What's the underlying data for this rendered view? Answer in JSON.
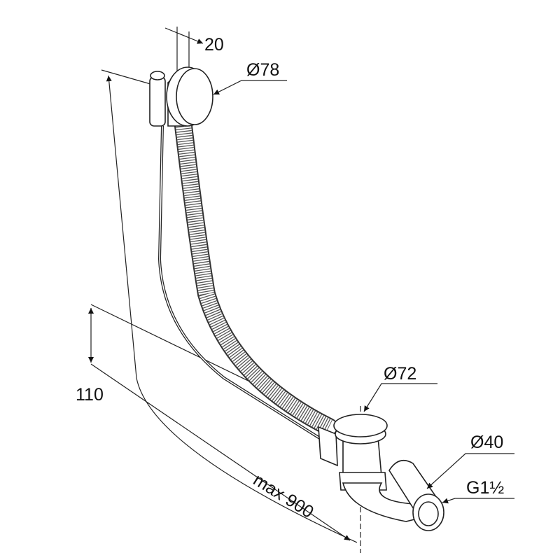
{
  "drawing": {
    "dimensions": {
      "overflow_depth": "20",
      "overflow_diameter": "Ø78",
      "drain_diameter": "Ø72",
      "outlet_diameter": "Ø40",
      "outlet_thread": "G1½",
      "height": "110",
      "length": "max 900"
    }
  }
}
